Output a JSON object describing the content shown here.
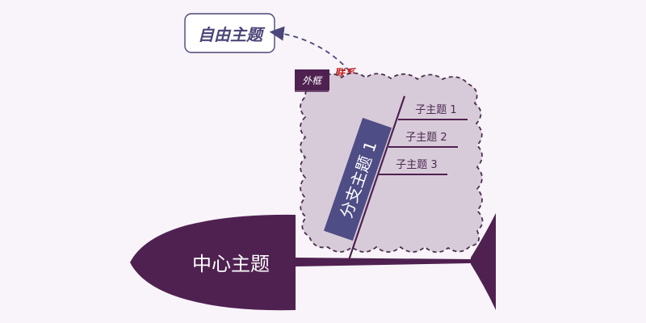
{
  "free_topic": {
    "label": "自由主题"
  },
  "relationship": {
    "label": "联系"
  },
  "boundary": {
    "label": "外框"
  },
  "main_topic": {
    "label": "分支主题 1"
  },
  "subtopics": [
    {
      "label": "子主题 1"
    },
    {
      "label": "子主题 2"
    },
    {
      "label": "子主题 3"
    }
  ],
  "central_topic": {
    "label": "中心主题"
  },
  "colors": {
    "dark_purple": "#4f2150",
    "branch_fill": "#4f4d85",
    "boundary_fill": "#d8cbd9",
    "relationship_text": "#c02222",
    "free_topic_text": "#4b4679",
    "subtopic_text": "#4b2a52",
    "background": "#f8f4fa"
  }
}
